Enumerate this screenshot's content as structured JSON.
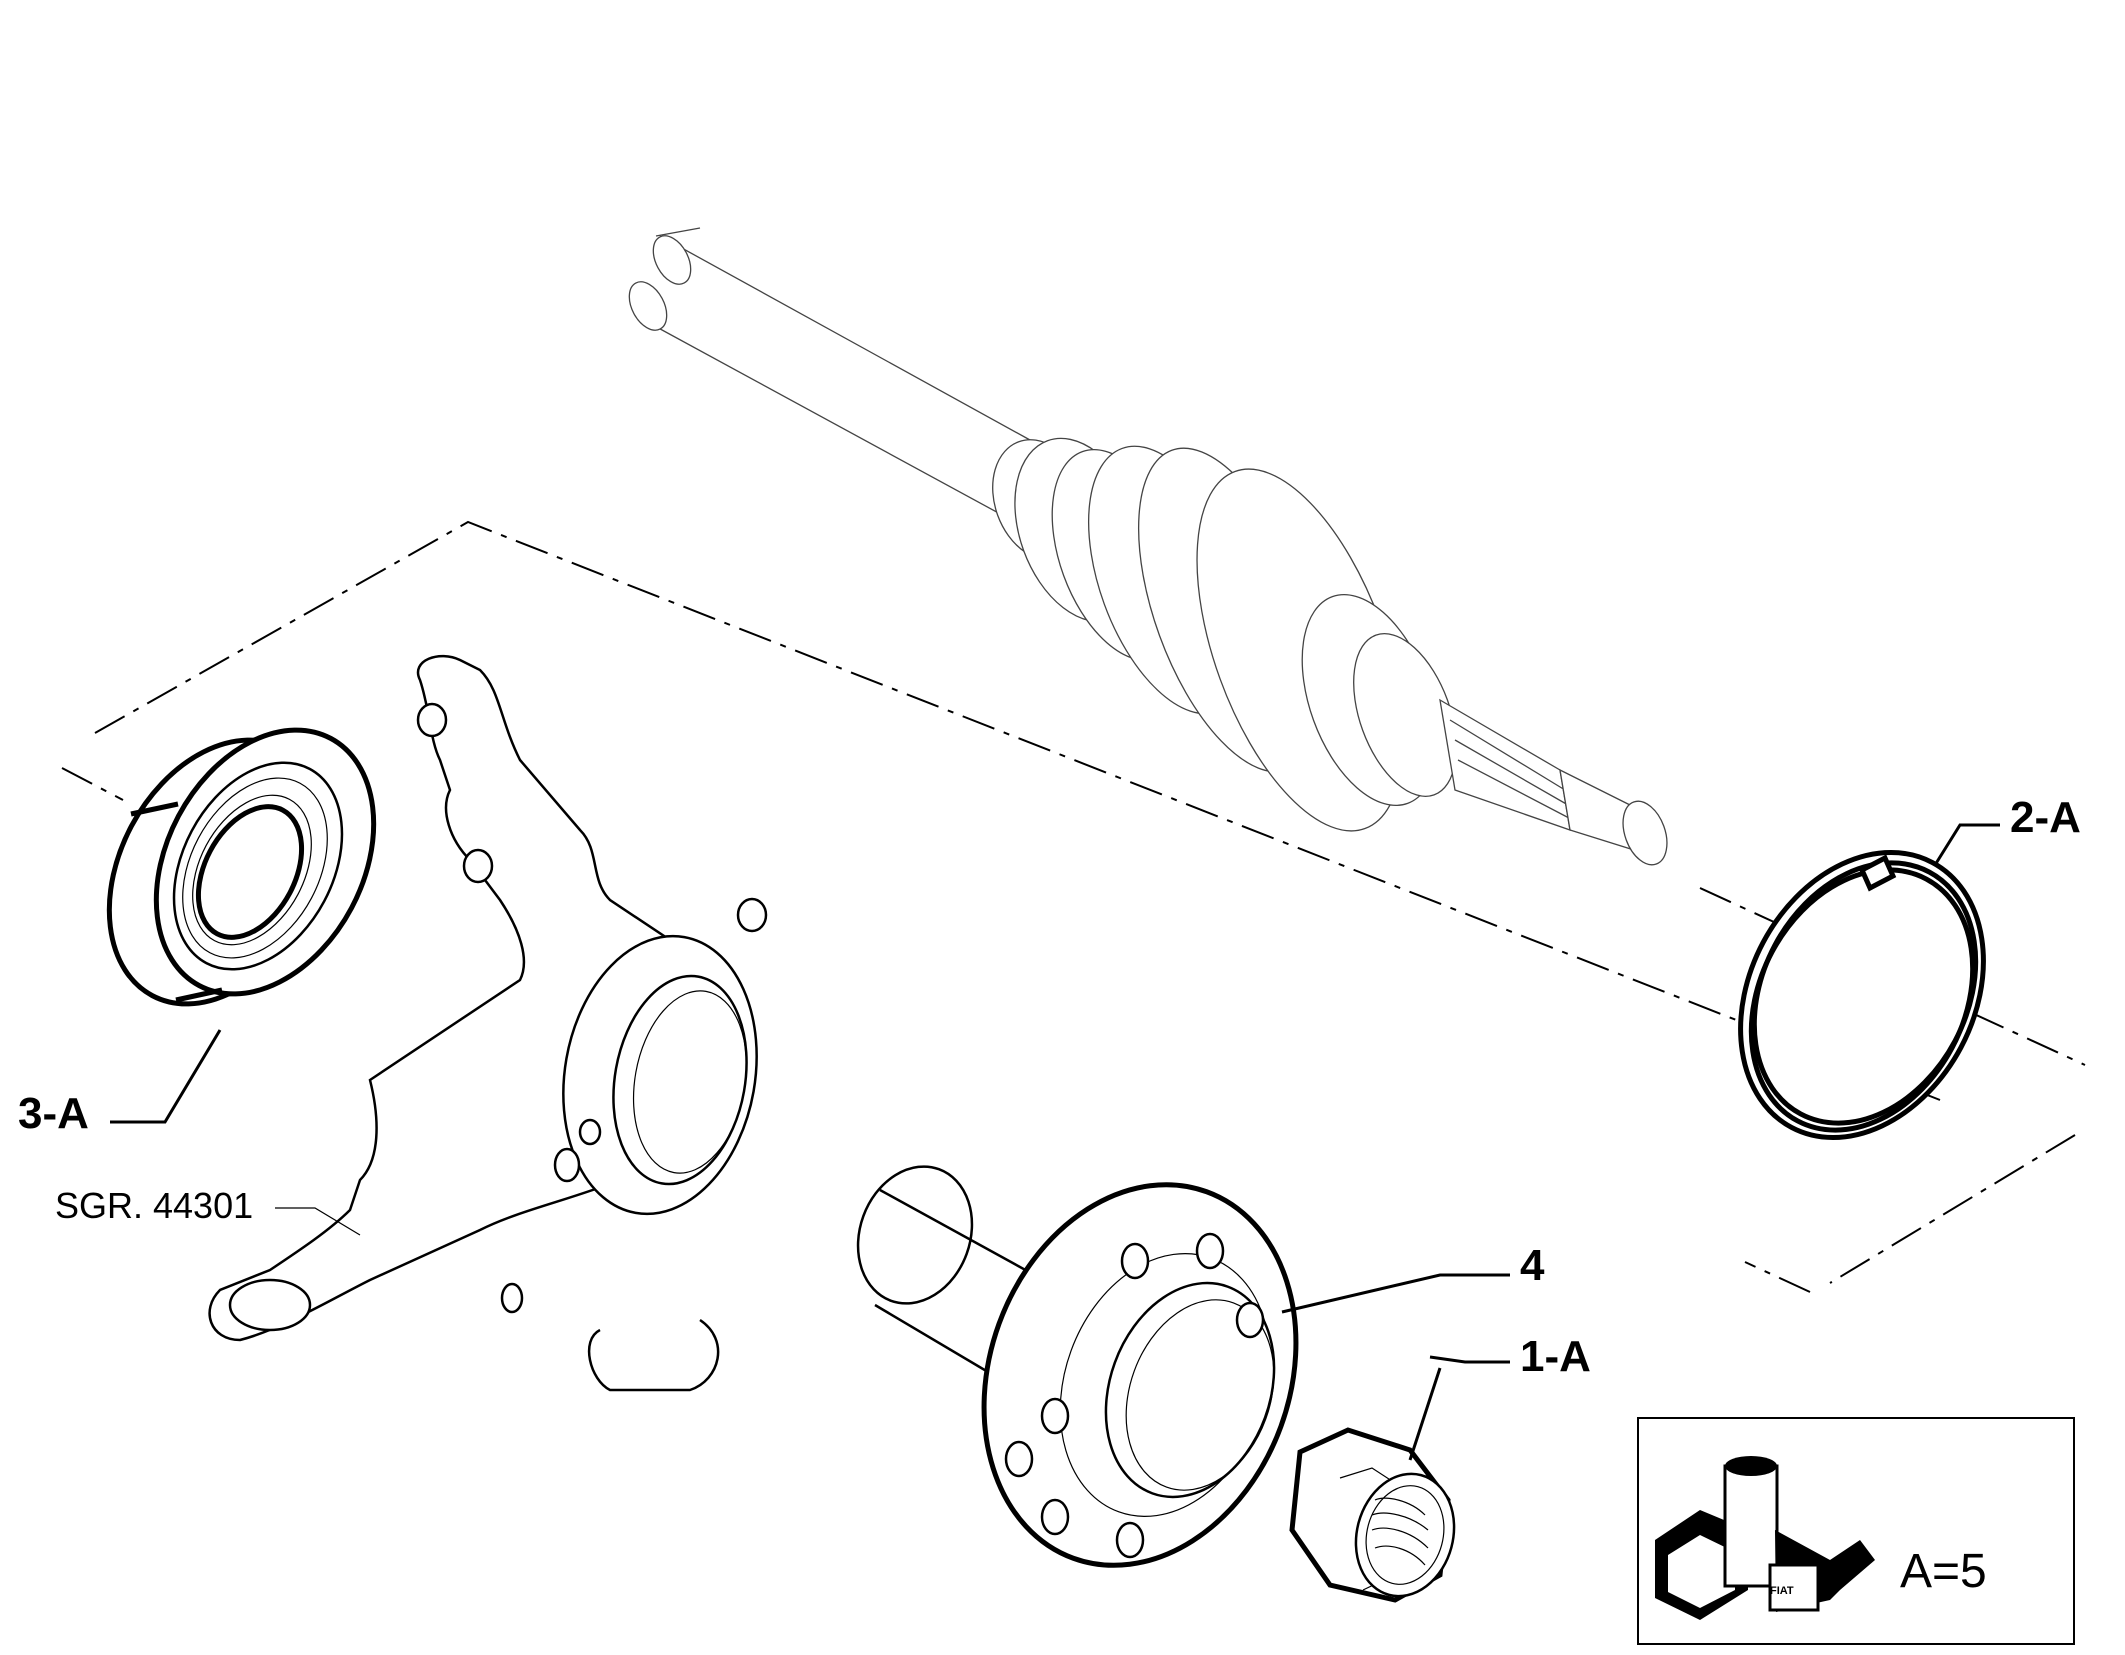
{
  "callouts": {
    "part_1": "1-A",
    "part_2": "2-A",
    "part_3": "3-A",
    "part_4": "4",
    "reference": "SGR. 44301"
  },
  "legend": {
    "tool_brand": "FIAT",
    "value_text": "A=5"
  },
  "colors": {
    "line": "#000000",
    "background": "#ffffff"
  }
}
